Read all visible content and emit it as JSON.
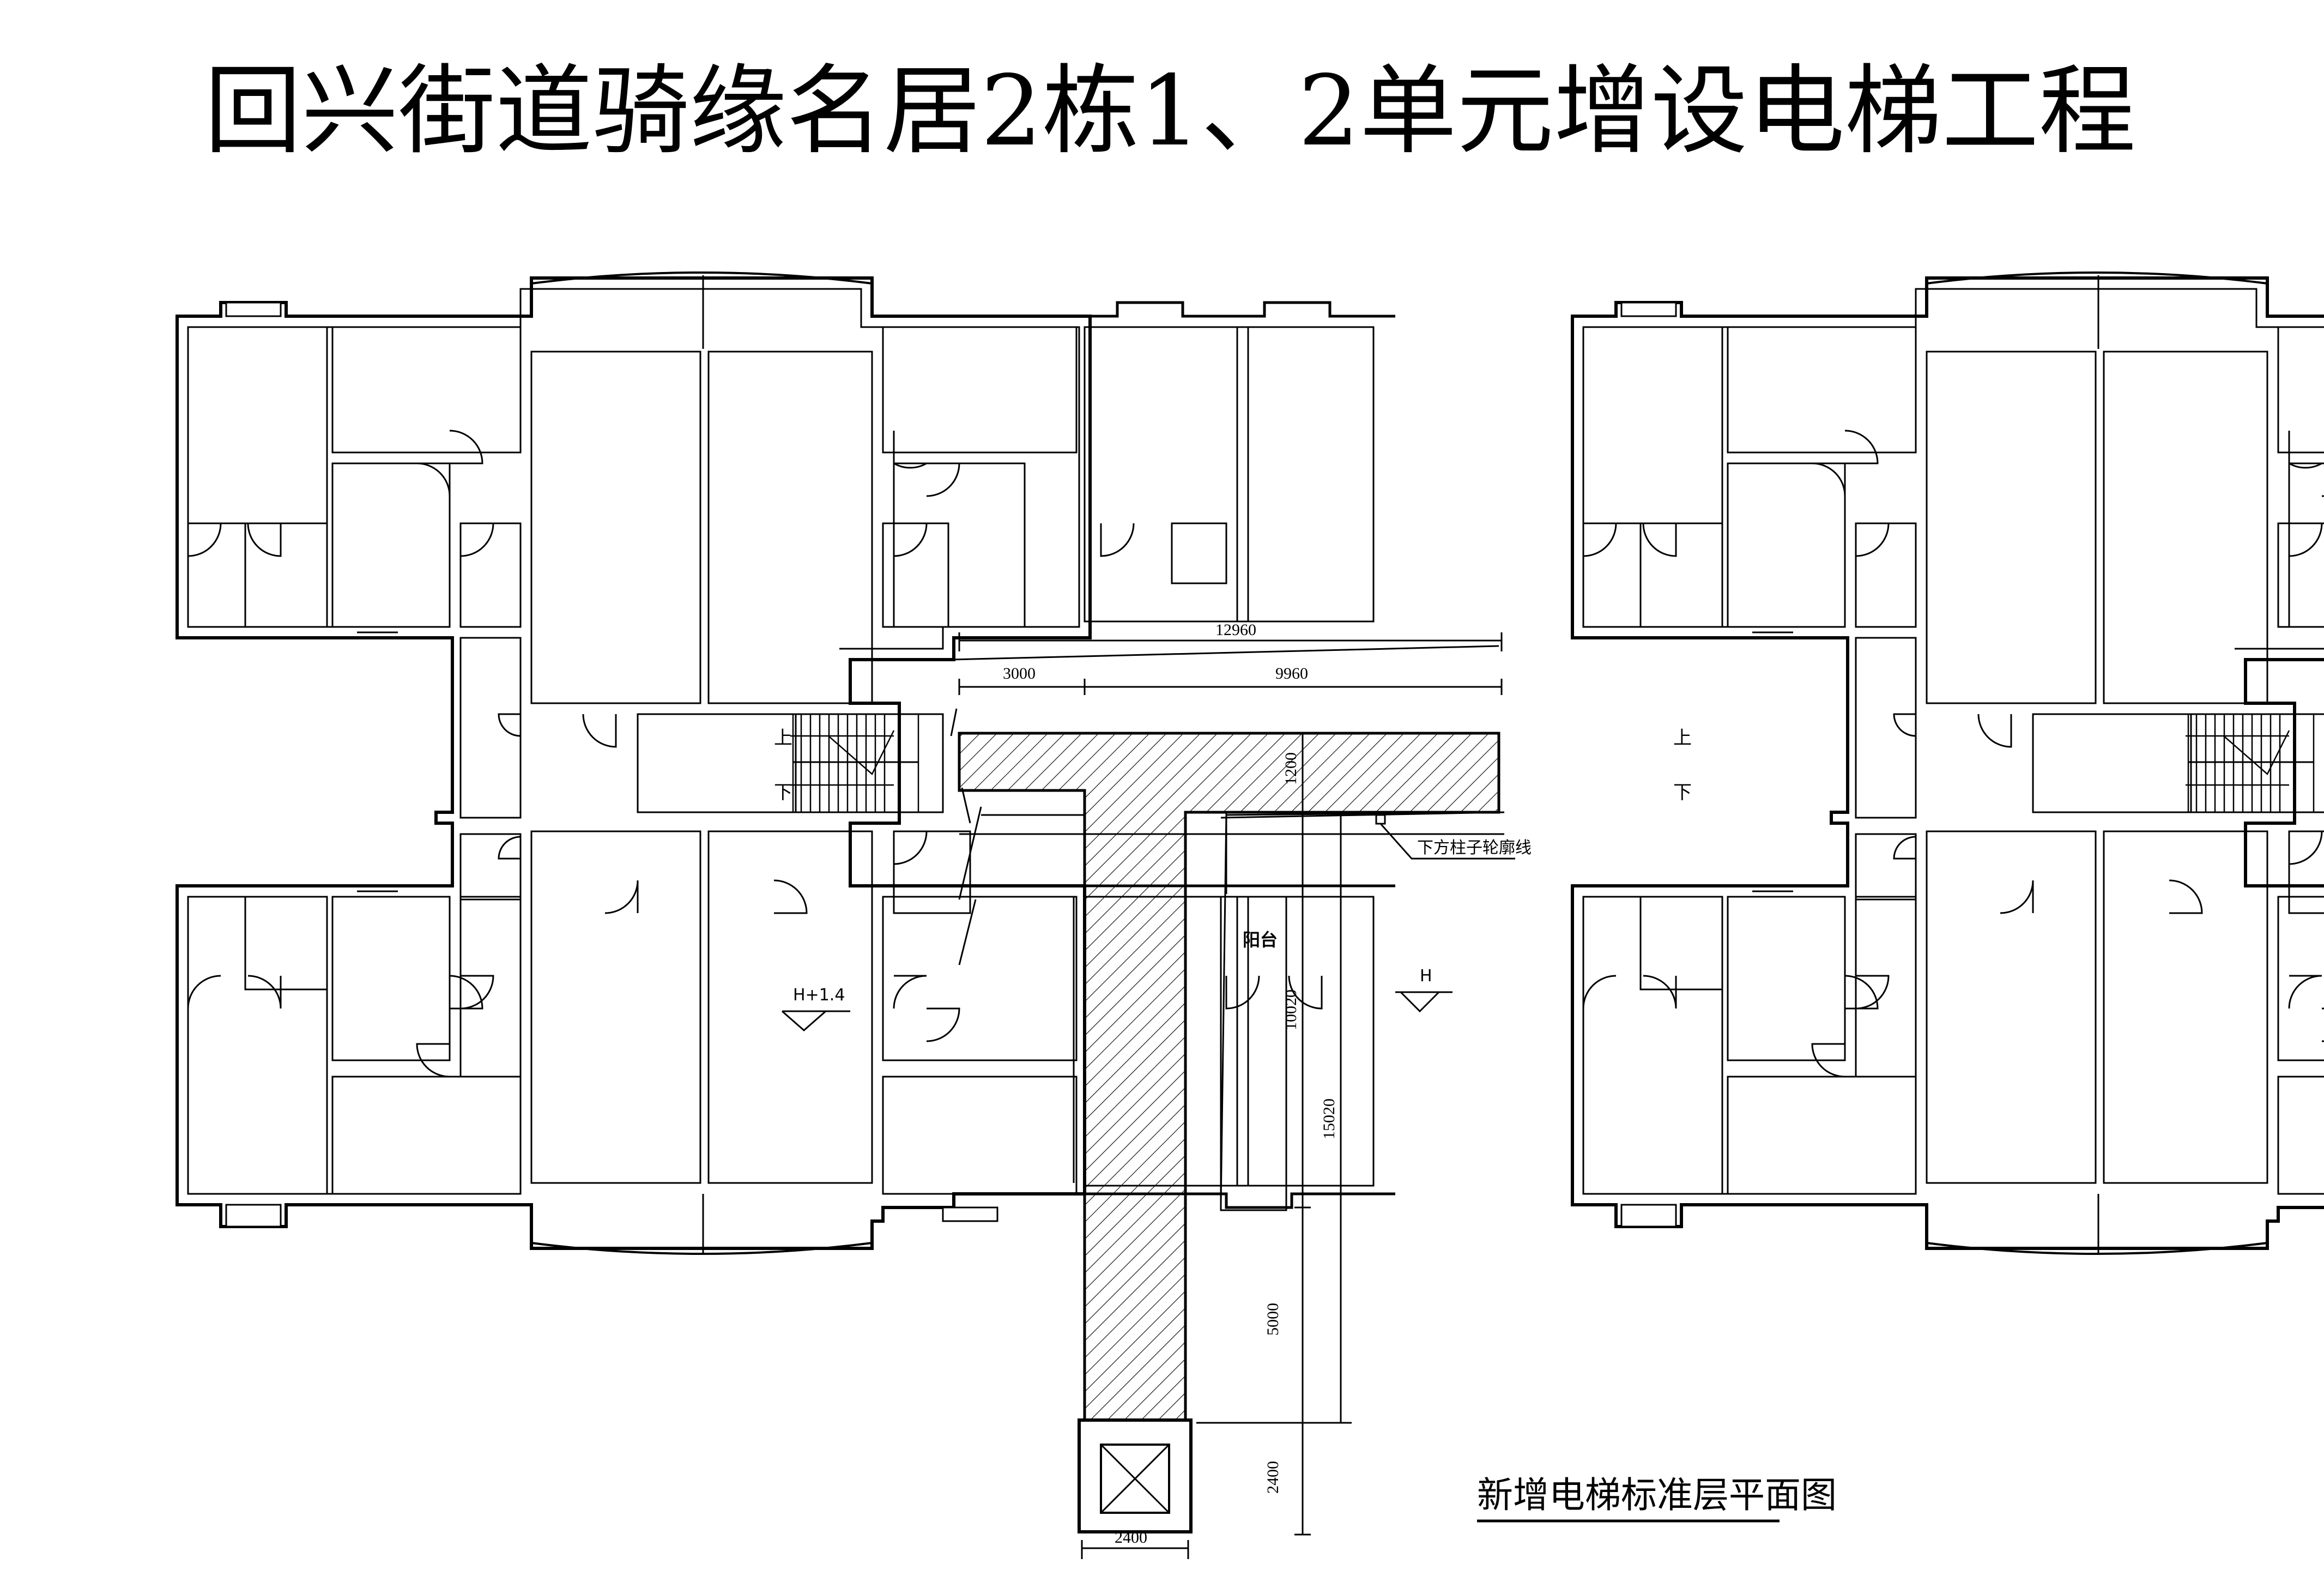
{
  "title": "回兴街道骑缘名居2栋1、2单元增设电梯工程",
  "caption": "新增电梯标准层平面图",
  "dimensions": {
    "d12960": "12960",
    "d3000": "3000",
    "d9960": "9960",
    "d1200": "1200",
    "d10020": "10020",
    "d15020": "15020",
    "d5000": "5000",
    "d2400v": "2400",
    "d2400h": "2400"
  },
  "labels": {
    "stair_up_left": "上",
    "stair_down_left": "下",
    "stair_up_right": "上",
    "stair_down_right": "下",
    "column_note": "下方柱子轮廓线",
    "balcony": "阳台",
    "level_left": "H+1.4",
    "level_right": "H"
  },
  "colors": {
    "line": "#000000",
    "background": "#ffffff",
    "hatch": "#000000"
  }
}
